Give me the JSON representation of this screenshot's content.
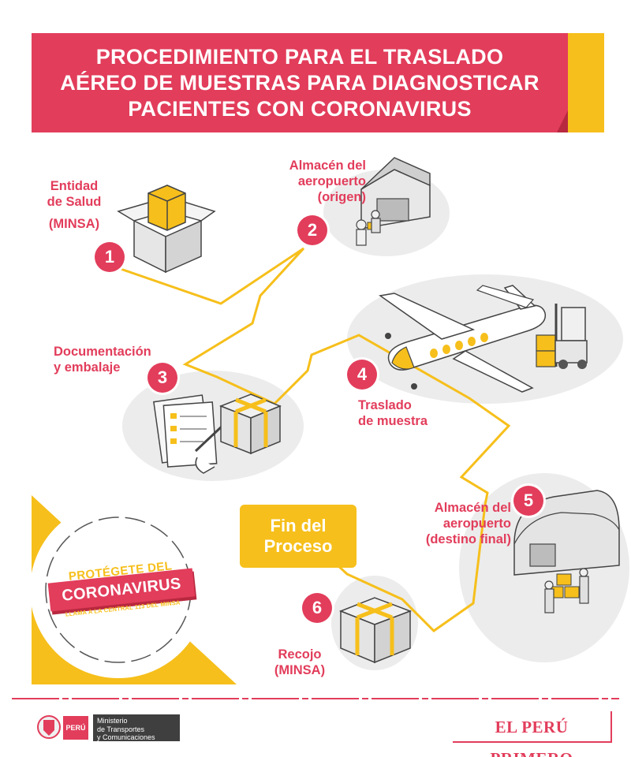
{
  "title": {
    "line1": "PROCEDIMIENTO PARA EL TRASLADO",
    "line2": "AÉREO DE MUESTRAS PARA DIAGNOSTICAR",
    "line3": "PACIENTES CON CORONAVIRUS"
  },
  "steps": [
    {
      "number": "1",
      "lines": [
        "Entidad",
        "de Salud",
        "(MINSA)"
      ]
    },
    {
      "number": "2",
      "lines": [
        "Almacén del",
        "aeropuerto",
        "(origen)"
      ]
    },
    {
      "number": "3",
      "lines": [
        "Documentación",
        "y embalaje"
      ]
    },
    {
      "number": "4",
      "lines": [
        "Traslado",
        "de muestra"
      ]
    },
    {
      "number": "5",
      "lines": [
        "Almacén del",
        "aeropuerto",
        "(destino final)"
      ]
    },
    {
      "number": "6",
      "lines": [
        "Recojo",
        "(MINSA)"
      ]
    }
  ],
  "end_box": {
    "line1": "Fin del",
    "line2": "Proceso"
  },
  "seal": {
    "top": "PROTÉGETE DEL",
    "main": "CORONAVIRUS",
    "sub": "LLAMA A LA CENTRAL 113 DEL MINSA"
  },
  "footer": {
    "country": "PERÚ",
    "ministry_line1": "Ministerio",
    "ministry_line2": "de Transportes",
    "ministry_line3": "y Comunicaciones",
    "slogan": "EL PERÚ PRIMERO"
  },
  "colors": {
    "accent_red": "#e23d5b",
    "accent_yellow": "#f6bf1b",
    "light_gray": "#ececec"
  }
}
